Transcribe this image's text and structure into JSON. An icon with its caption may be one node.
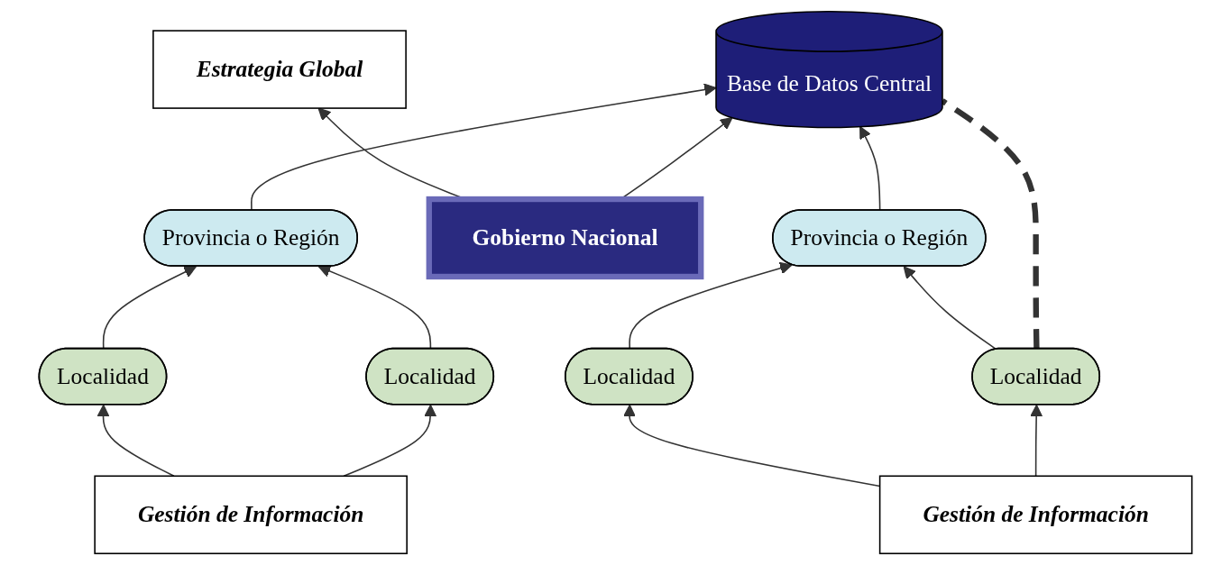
{
  "diagram": {
    "nodes": [
      {
        "text": [
          "Base de Datos Central"
        ]
      },
      {
        "text": [
          "Provincia o Región"
        ]
      },
      {
        "text": [
          "Gobierno Nacional"
        ]
      },
      {
        "text": [
          "Provincia o Región"
        ]
      },
      {
        "text": [
          "Localidad"
        ]
      },
      {
        "text": [
          "Localidad"
        ]
      },
      {
        "text": [
          "Localidad"
        ]
      },
      {
        "text": [
          "Localidad"
        ]
      },
      {
        "text": [
          "Gestión de Información"
        ]
      },
      {
        "text": [
          "Estrategia Global"
        ]
      },
      {
        "text": [
          "Gestión de Información"
        ]
      }
    ],
    "edges": [
      {
        "from": 1,
        "to": 0,
        "arrow": "to"
      },
      {
        "from": 3,
        "to": 0,
        "arrow": "to"
      },
      {
        "from": 4,
        "to": 0,
        "arrow": "none",
        "style": "dashed"
      },
      {
        "from": 2,
        "to": 0,
        "arrow": "to"
      },
      {
        "from": 2,
        "to": 9,
        "arrow": "to"
      },
      {
        "from": 4,
        "to": 1,
        "arrow": "to"
      },
      {
        "from": 5,
        "to": 1,
        "arrow": "to"
      },
      {
        "from": 6,
        "to": 3,
        "arrow": "to"
      },
      {
        "from": 7,
        "to": 3,
        "arrow": "to"
      },
      {
        "from": 8,
        "to": 4,
        "arrow": "to"
      },
      {
        "from": 8,
        "to": 5,
        "arrow": "to"
      },
      {
        "from": 10,
        "to": 6,
        "arrow": "to"
      },
      {
        "from": 10,
        "to": 7,
        "arrow": "to"
      }
    ]
  }
}
